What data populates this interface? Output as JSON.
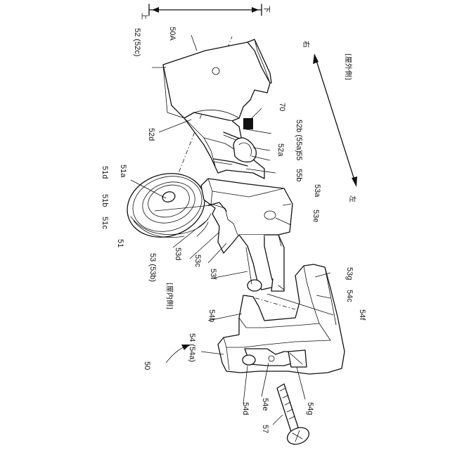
{
  "labels": {
    "l50A": "50A",
    "l52": "52 (52c)",
    "l52d": "52d",
    "l70": "70",
    "l52b": "52b (55a)",
    "l52a": "52a",
    "l55": "55",
    "l55b": "55b",
    "l53a": "53a",
    "l53e": "53e",
    "l51a": "51a",
    "l51d": "51d",
    "l51b": "51b",
    "l51c": "51c",
    "l51": "51",
    "l53": "53 (53b)",
    "l53d": "53d",
    "l53c": "53c",
    "l53f": "53f",
    "l53g": "53g",
    "l54c": "54c",
    "l54f": "54f",
    "l54b": "54b",
    "l54": "54 (54a)",
    "l50": "50",
    "l54d": "54d",
    "l54e": "54e",
    "l54g": "54g",
    "l57": "57"
  },
  "directions": {
    "up": "上",
    "down": "下",
    "right": "右",
    "left": "左",
    "outdoor": "[屋外側]",
    "indoor": "[屋内側]"
  }
}
